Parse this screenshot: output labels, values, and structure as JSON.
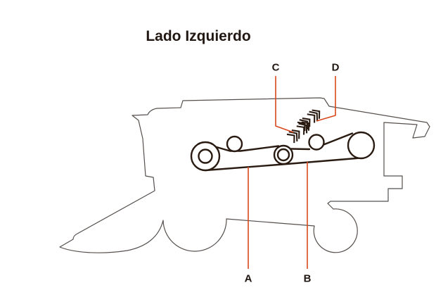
{
  "title": "Lado Izquierdo",
  "diagram": {
    "callouts": [
      {
        "id": "A"
      },
      {
        "id": "B"
      },
      {
        "id": "C"
      },
      {
        "id": "D"
      }
    ]
  },
  "colors": {
    "background": "#ffffff",
    "outline": "#55504d",
    "mechanism": "#2a1b12",
    "leader": "#d8481c",
    "text": "#221813"
  }
}
